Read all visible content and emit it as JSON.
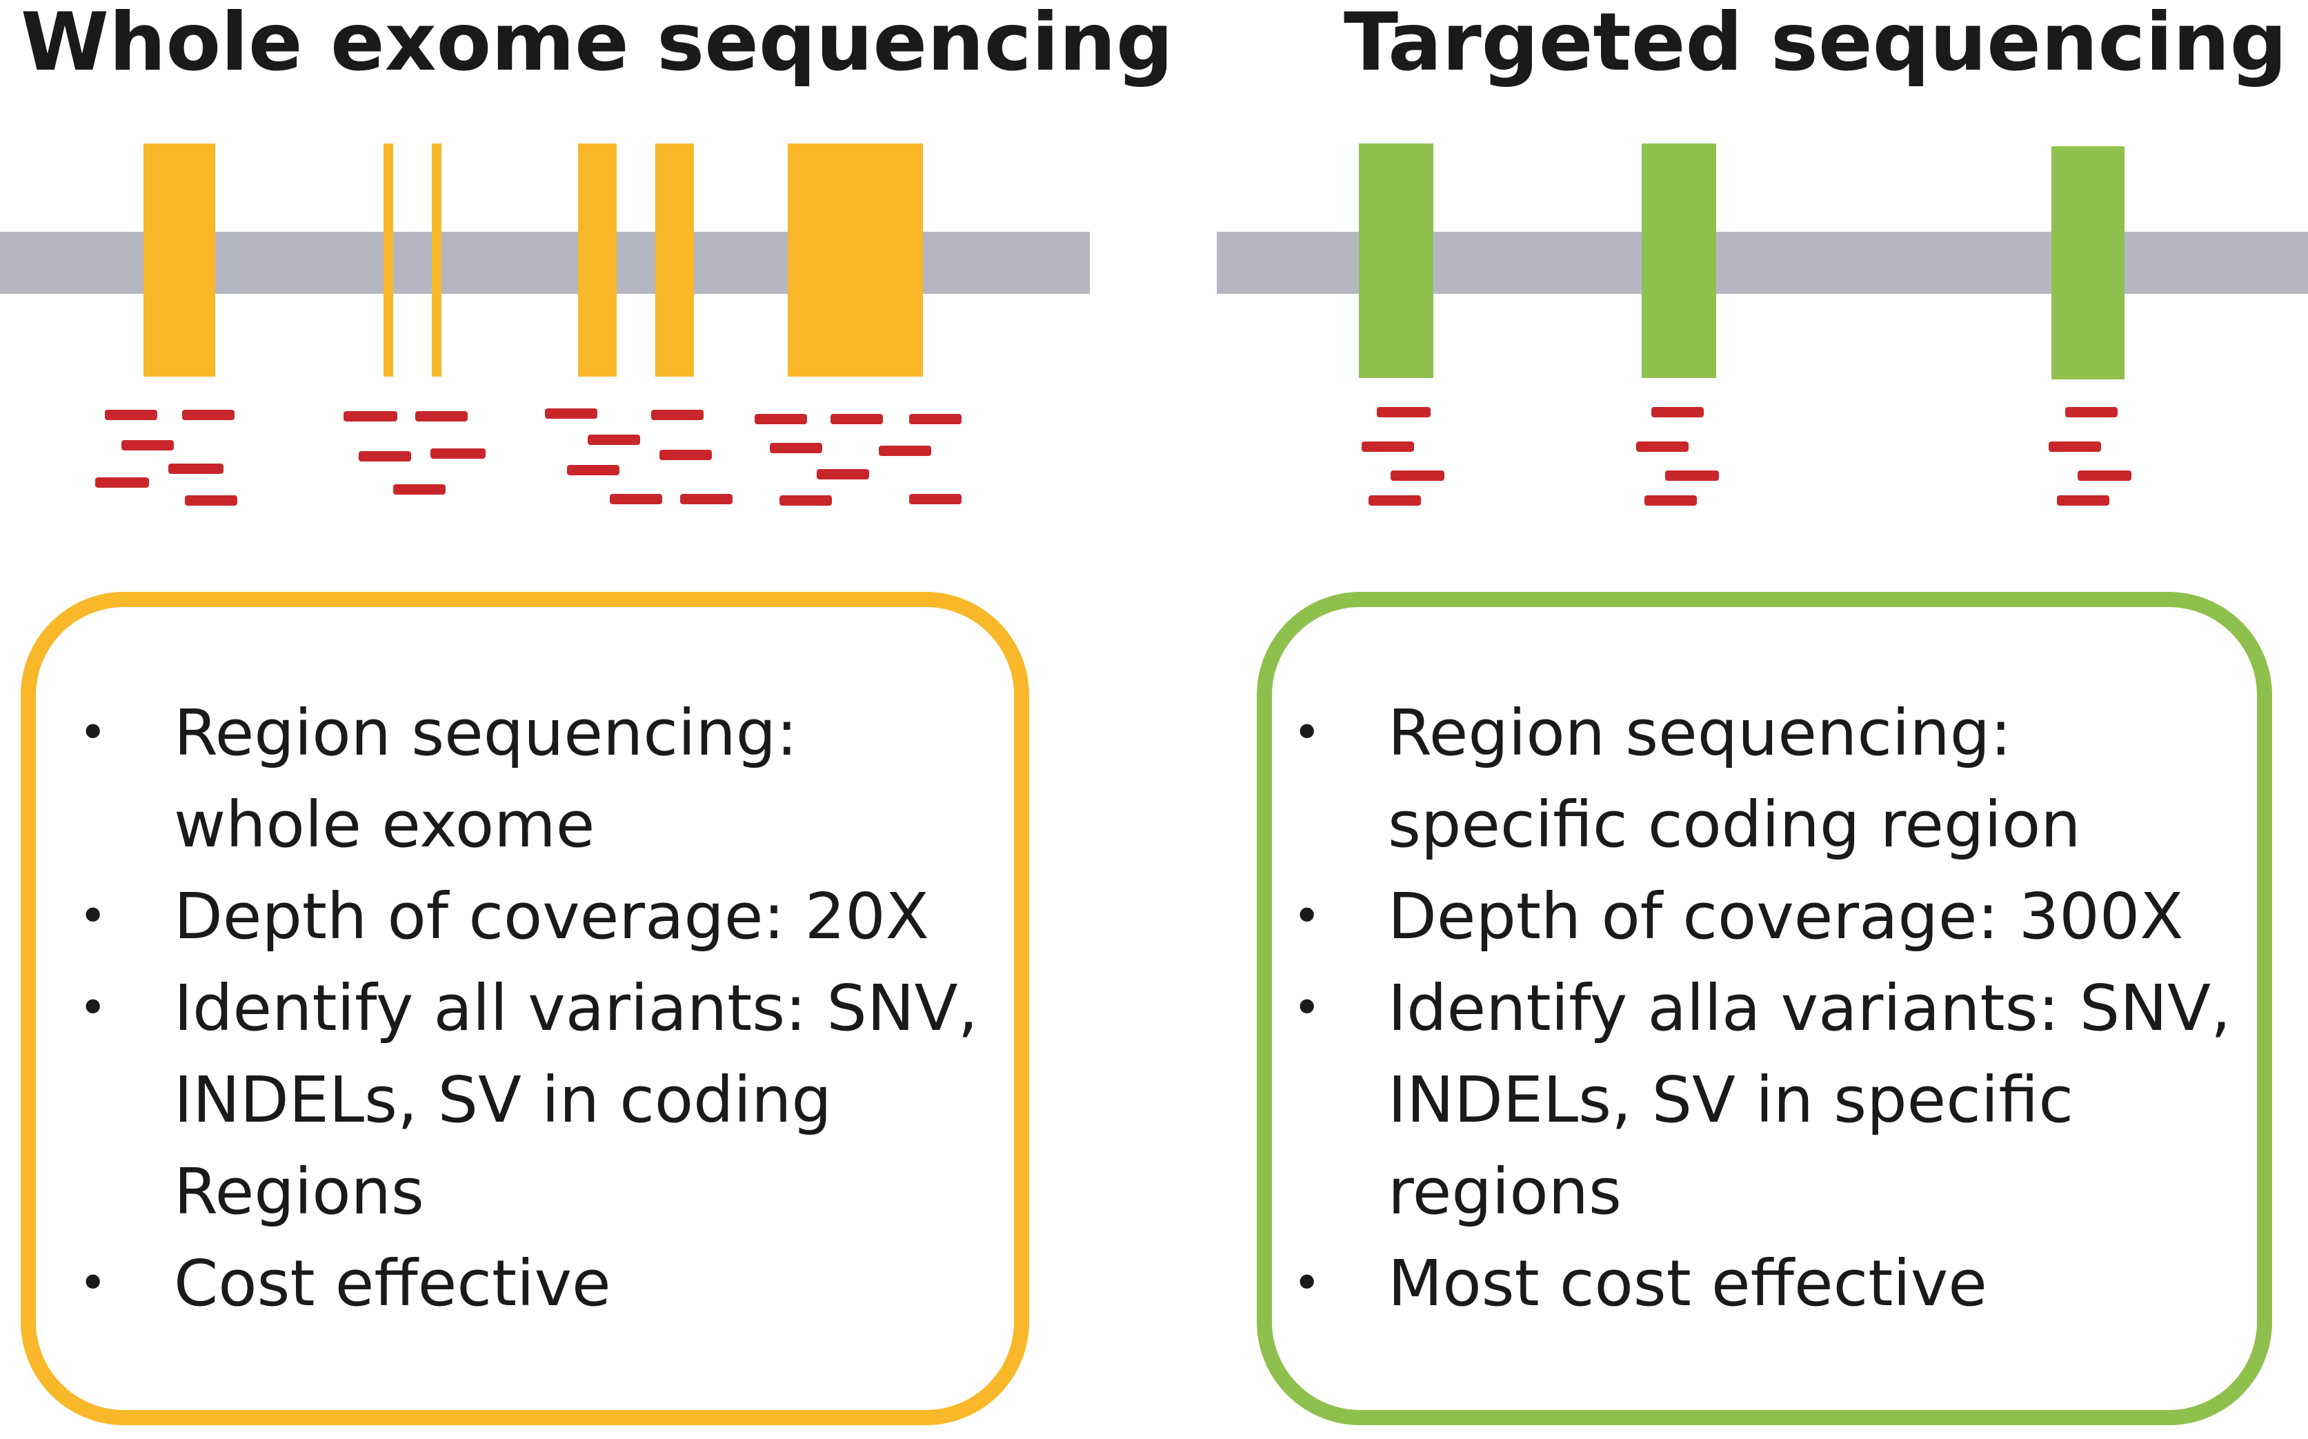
{
  "panels": {
    "wes": {
      "title": "Whole exome sequencing",
      "color": "#F8B829",
      "items": [
        "Region sequencing:\n whole exome",
        "Depth of coverage: 20X",
        "Identify all variants: SNV,\nINDELs, SV in coding\nRegions",
        "Cost effective"
      ]
    },
    "ts": {
      "title": "Targeted sequencing",
      "color": "#8FC04D",
      "items": [
        "Region sequencing:\nspecific coding region",
        "Depth of coverage: 300X",
        "Identify alla variants: SNV,\nINDELs, SV in specific\nregions",
        "Most cost effective"
      ]
    }
  },
  "colors": {
    "chromosome": "#B6B6C2",
    "read": "#C8262B",
    "wes_exon": "#F8B829",
    "ts_exon": "#8FC04D"
  },
  "bullet_glyph": "•"
}
